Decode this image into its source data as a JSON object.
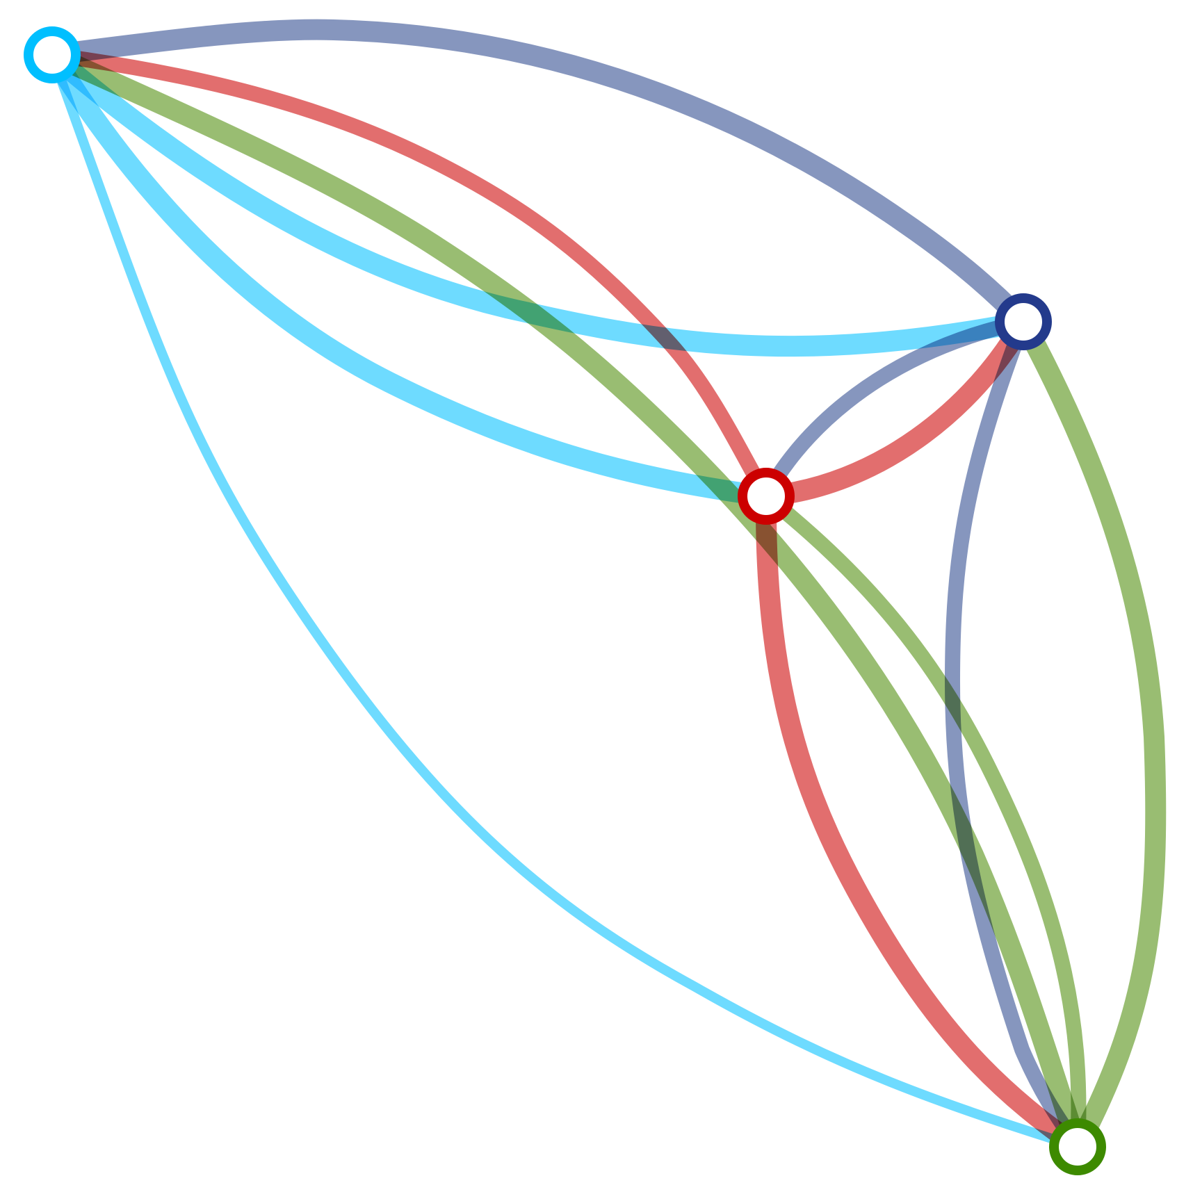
{
  "diagram": {
    "type": "network-graph",
    "background": "#ffffff",
    "nodes": [
      {
        "id": "cyan",
        "color": "#00bfff"
      },
      {
        "id": "navy",
        "color": "#233a8c"
      },
      {
        "id": "red",
        "color": "#cc0000"
      },
      {
        "id": "green",
        "color": "#3d8a00"
      }
    ],
    "edges": [
      {
        "from": "cyan",
        "to": "navy",
        "color": "#8090bb",
        "weight": "thick"
      },
      {
        "from": "cyan",
        "to": "red",
        "color": "#e06666",
        "weight": "medium"
      },
      {
        "from": "cyan",
        "to": "green",
        "color": "#93b96a",
        "weight": "thick"
      },
      {
        "from": "cyan",
        "to": "navy",
        "color": "#66d9ff",
        "weight": "thick"
      },
      {
        "from": "cyan",
        "to": "red",
        "color": "#66d9ff",
        "weight": "thick"
      },
      {
        "from": "cyan",
        "to": "green",
        "color": "#66d9ff",
        "weight": "thin"
      },
      {
        "from": "red",
        "to": "navy",
        "color": "#8090bb",
        "weight": "medium"
      },
      {
        "from": "red",
        "to": "navy",
        "color": "#e06666",
        "weight": "thick"
      },
      {
        "from": "navy",
        "to": "green",
        "color": "#8090bb",
        "weight": "medium"
      },
      {
        "from": "navy",
        "to": "green",
        "color": "#93b96a",
        "weight": "thick"
      },
      {
        "from": "red",
        "to": "green",
        "color": "#e06666",
        "weight": "thick"
      },
      {
        "from": "red",
        "to": "green",
        "color": "#93b96a",
        "weight": "medium"
      }
    ]
  }
}
